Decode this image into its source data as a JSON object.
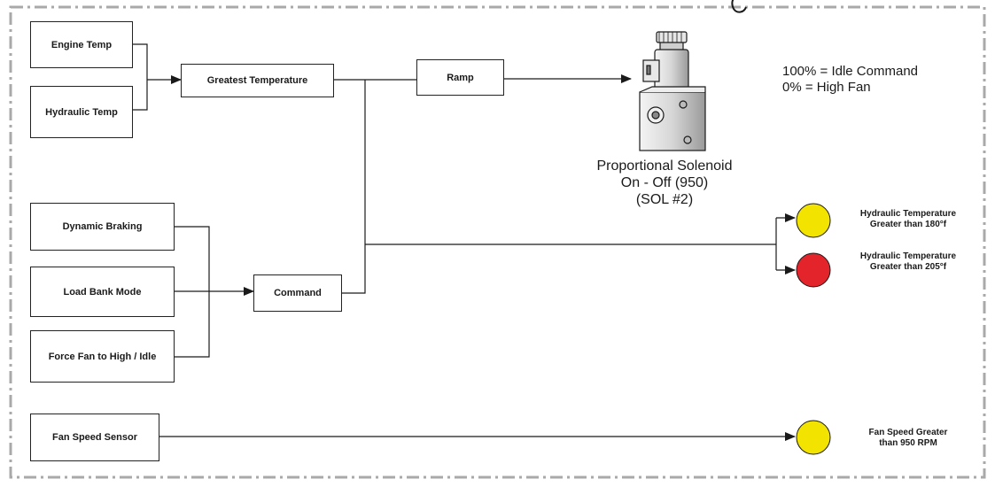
{
  "boxes": {
    "engine_temp": "Engine Temp",
    "hydraulic_temp": "Hydraulic Temp",
    "greatest_temperature": "Greatest Temperature",
    "ramp": "Ramp",
    "dynamic_braking": "Dynamic Braking",
    "load_bank_mode": "Load Bank Mode",
    "force_fan": "Force Fan to High / Idle",
    "command": "Command",
    "fan_speed_sensor": "Fan Speed Sensor"
  },
  "solenoid": {
    "line1": "Proportional Solenoid",
    "line2": "On - Off (950)",
    "line3": "(SOL #2)"
  },
  "legend": {
    "line1": "100% = Idle Command",
    "line2": "0% = High Fan"
  },
  "indicators": [
    {
      "line1": "Hydraulic Temperature",
      "line2": "Greater than 180°f",
      "color": "#f2e300"
    },
    {
      "line1": "Hydraulic Temperature",
      "line2": "Greater than 205°f",
      "color": "#e3242b"
    },
    {
      "line1": "Fan Speed Greater",
      "line2": "than 950 RPM",
      "color": "#f2e300"
    }
  ],
  "colors": {
    "border_dash": "#a9a9a9",
    "line": "#1a1a1a"
  }
}
